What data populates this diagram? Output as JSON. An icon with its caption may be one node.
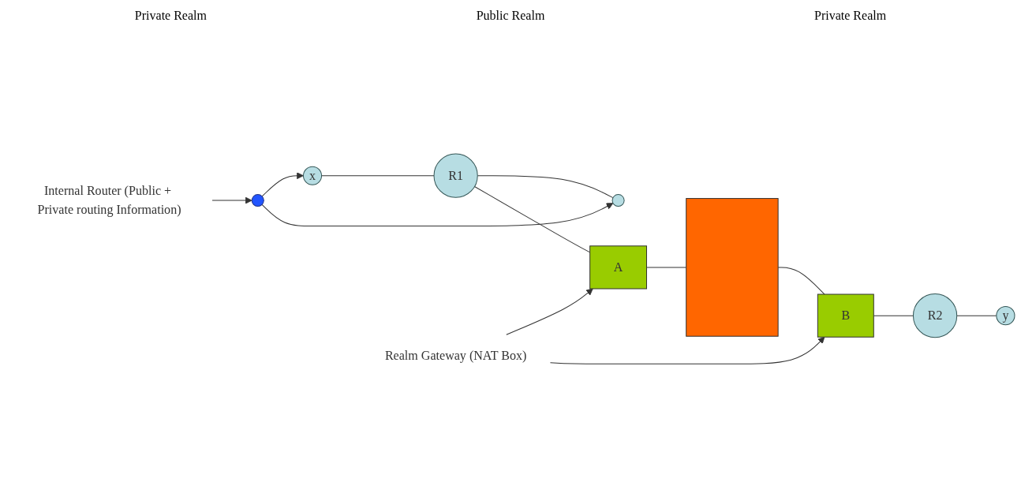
{
  "diagram": {
    "nodes": [
      {
        "text": [
          "x"
        ]
      },
      {
        "text": [
          "R1"
        ]
      },
      {
        "text": [],
        "shape": "circle"
      },
      {
        "text": [],
        "shape": "circle"
      },
      {
        "text": [
          "Internal Router (Public + Private routing Information)"
        ]
      },
      {
        "text": [
          "A"
        ]
      },
      {
        "text": [],
        "shape": "box"
      },
      {
        "text": [
          "B"
        ]
      },
      {
        "text": [
          "R2"
        ]
      },
      {
        "text": [
          "y"
        ]
      },
      {
        "text": [
          "Realm Gateway (NAT Box)"
        ]
      }
    ],
    "edges": [
      {
        "from": 0,
        "to": 1,
        "arrow": "none"
      },
      {
        "from": 1,
        "to": 3,
        "arrow": "none"
      },
      {
        "from": 2,
        "to": 0,
        "arrow": "to"
      },
      {
        "from": 2,
        "to": 3,
        "arrow": "to"
      },
      {
        "from": 4,
        "to": 2,
        "arrow": "to"
      },
      {
        "from": 1,
        "to": 5,
        "arrow": "none"
      },
      {
        "from": 5,
        "to": 6,
        "arrow": "none"
      },
      {
        "from": 6,
        "to": 7,
        "arrow": "none"
      },
      {
        "from": 7,
        "to": 8,
        "arrow": "none"
      },
      {
        "from": 8,
        "to": 9,
        "arrow": "none"
      },
      {
        "from": 10,
        "to": 5,
        "arrow": "to"
      },
      {
        "from": 10,
        "to": 7,
        "arrow": "to"
      }
    ],
    "labels": [
      "Private Realm",
      "Public Realm",
      "Private Realm"
    ]
  }
}
